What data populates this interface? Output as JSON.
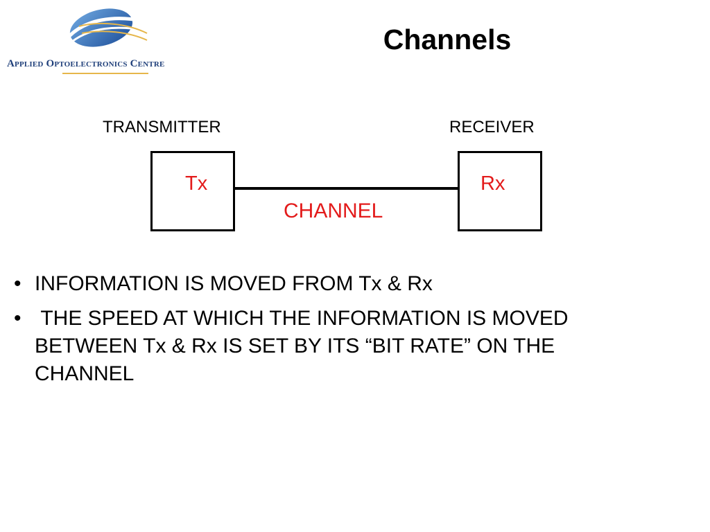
{
  "logo": {
    "org_name": "Applied Optoelectronics Centre",
    "colors": {
      "blue": "#2a6db5",
      "gold": "#e6b64a",
      "navy": "#1f3f7a"
    }
  },
  "slide": {
    "title": "Channels"
  },
  "diagram": {
    "transmitter_label": "TRANSMITTER",
    "receiver_label": "RECEIVER",
    "tx_box_text": "Tx",
    "rx_box_text": "Rx",
    "channel_label": "CHANNEL",
    "accent_color": "#e31b1b"
  },
  "bullets": [
    {
      "marker": "•",
      "text": "INFORMATION IS MOVED FROM Tx & Rx"
    },
    {
      "marker": "•",
      "text": " THE SPEED AT WHICH THE INFORMATION IS MOVED BETWEEN Tx & Rx IS SET BY ITS “BIT RATE” ON THE CHANNEL"
    }
  ]
}
